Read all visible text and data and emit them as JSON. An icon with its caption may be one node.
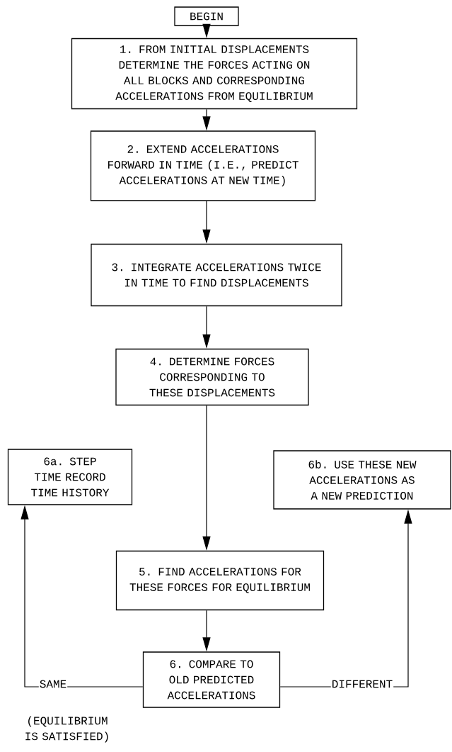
{
  "diagram": {
    "nodes": [
      {
        "text": [
          "BEGIN"
        ]
      },
      {
        "text": [
          "1. FROM INITIAL DISPLACEMENTS DETERMINE THE FORCES ACTING ON ALL BLOCKS AND CORRESPONDING ACCELERATIONS FROM EQUILIBRIUM"
        ]
      },
      {
        "text": [
          "2. EXTEND ACCELERATIONS FORWARD IN TIME (I.E., PREDICT ACCELERATIONS AT NEW TIME)"
        ]
      },
      {
        "text": [
          "3. INTEGRATE ACCELERATIONS TWICE IN TIME TO FIND DISPLACEMENTS"
        ]
      },
      {
        "text": [
          "4. DETERMINE FORCES CORRESPONDING TO THESE DISPLACEMENTS"
        ]
      },
      {
        "text": [
          "6a. STEP TIME RECORD TIME HISTORY"
        ]
      },
      {
        "text": [
          "6b. USE THESE NEW ACCELERATIONS AS A NEW PREDICTION"
        ]
      },
      {
        "text": [
          "5. FIND ACCELERATIONS FOR THESE FORCES FOR EQUILIBRIUM"
        ]
      },
      {
        "text": [
          "6. COMPARE TO OLD PREDICTED ACCELERATIONS"
        ]
      }
    ],
    "edges": [
      {
        "from": 0,
        "to": 1,
        "arrow": "to"
      },
      {
        "from": 1,
        "to": 2,
        "arrow": "to"
      },
      {
        "from": 2,
        "to": 3,
        "arrow": "to"
      },
      {
        "from": 3,
        "to": 4,
        "arrow": "to"
      },
      {
        "from": 4,
        "to": 7,
        "arrow": "to"
      },
      {
        "from": 7,
        "to": 8,
        "arrow": "to"
      },
      {
        "from": 8,
        "to": 5,
        "arrow": "to",
        "label": "SAME"
      },
      {
        "from": 8,
        "to": 6,
        "arrow": "to",
        "label": "DIFFERENT"
      }
    ],
    "labels": [
      "(EQUILIBRIUM IS SATISFIED)"
    ]
  }
}
